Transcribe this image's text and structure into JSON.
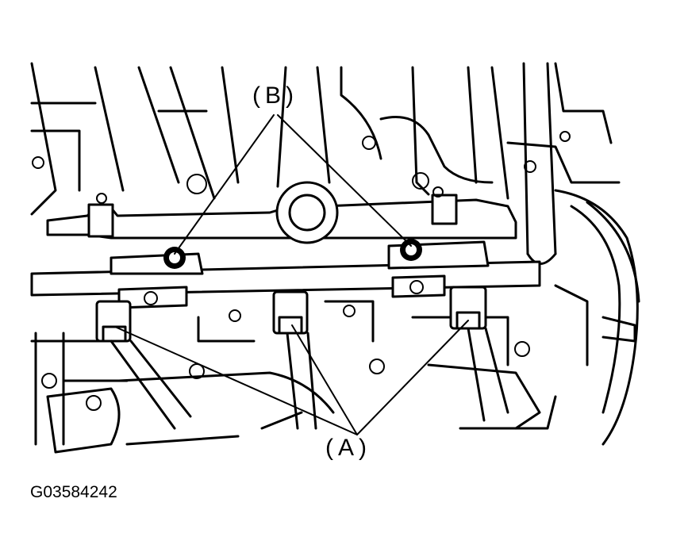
{
  "callouts": {
    "b": "(B)",
    "a": "(A)"
  },
  "figure_id": "G03584242",
  "colors": {
    "line": "#000000",
    "background": "#ffffff"
  }
}
